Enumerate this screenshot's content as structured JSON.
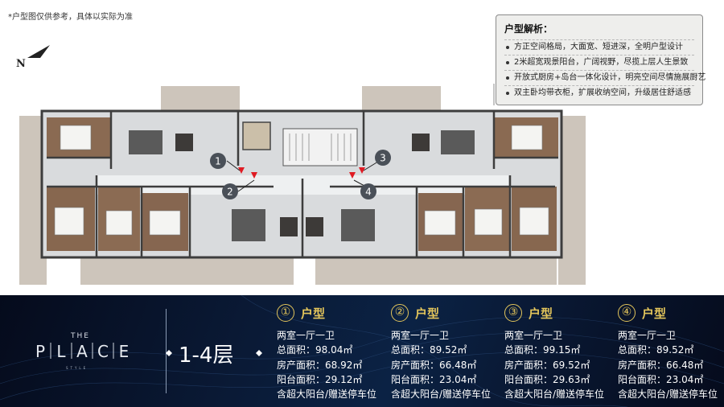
{
  "disclaimer": "*户型图仅供参考，具体以实际为准",
  "compass": {
    "letter": "N"
  },
  "analysis": {
    "title": "户型解析：",
    "items": [
      "方正空间格局，大面宽、短进深，全明户型设计",
      "2米超宽观景阳台，广阔视野，尽揽上层人生景致",
      "开放式厨房+岛台一体化设计，明亮空间尽情施展厨艺",
      "双主卧均带衣柜，扩展收纳空间，升级居住舒适感"
    ]
  },
  "plan_markers": [
    "1",
    "2",
    "3",
    "4"
  ],
  "logo": {
    "the": "THE",
    "letters": [
      "P",
      "L",
      "A",
      "C",
      "E"
    ],
    "sub": "STYLE"
  },
  "floor": {
    "label": "1-4层"
  },
  "units": [
    {
      "num": "①",
      "type": "户型",
      "layout": "两室一厅一卫",
      "total_area": "总面积：98.04㎡",
      "room_area": "房产面积：68.92㎡",
      "balcony_area": "阳台面积：29.12㎡",
      "note": "含超大阳台/赠送停车位"
    },
    {
      "num": "②",
      "type": "户型",
      "layout": "两室一厅一卫",
      "total_area": "总面积：89.52㎡",
      "room_area": "房产面积：66.48㎡",
      "balcony_area": "阳台面积：23.04㎡",
      "note": "含超大阳台/赠送停车位"
    },
    {
      "num": "③",
      "type": "户型",
      "layout": "两室一厅一卫",
      "total_area": "总面积：99.15㎡",
      "room_area": "房产面积：69.52㎡",
      "balcony_area": "阳台面积：29.63㎡",
      "note": "含超大阳台/赠送停车位"
    },
    {
      "num": "④",
      "type": "户型",
      "layout": "两室一厅一卫",
      "total_area": "总面积：89.52㎡",
      "room_area": "房产面积：66.48㎡",
      "balcony_area": "阳台面积：23.04㎡",
      "note": "含超大阳台/赠送停车位"
    }
  ],
  "colors": {
    "accent_gold": "#e3c55b",
    "banner_navy": "#0a1a36",
    "wood_floor": "#8a6a52",
    "balcony_gray": "#c9c1b7"
  }
}
